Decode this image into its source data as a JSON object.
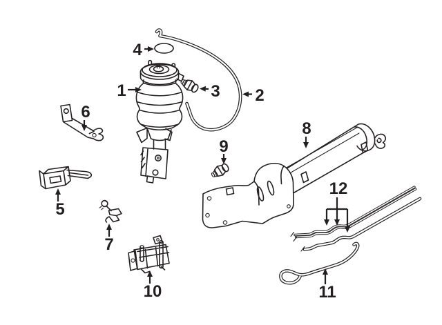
{
  "figure": {
    "background_color": "#ffffff",
    "line_color": "#231f20",
    "callouts": [
      "1",
      "2",
      "3",
      "4",
      "5",
      "6",
      "7",
      "8",
      "9",
      "10",
      "11",
      "12"
    ]
  }
}
